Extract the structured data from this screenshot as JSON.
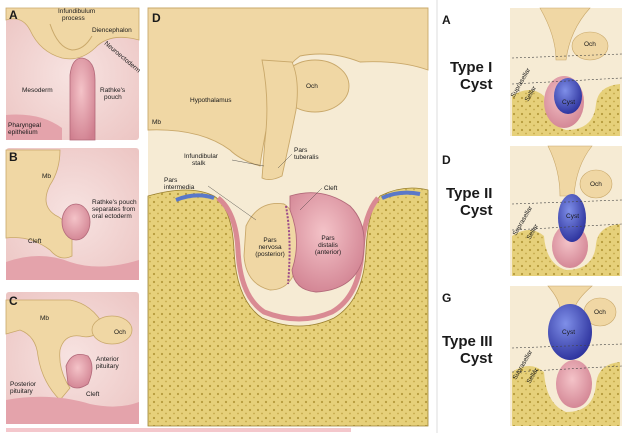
{
  "panels": {
    "a": {
      "letter": "A",
      "labels": {
        "infundibulum": "Infundibulum\nprocess",
        "diencephalon": "Diencephalon",
        "neuroectoderm": "Neuroectoderm",
        "mesoderm": "Mesoderm",
        "rathke": "Rathke's\npouch",
        "pharyngeal": "Pharyngeal\nepithelium"
      }
    },
    "b": {
      "letter": "B",
      "labels": {
        "mb": "Mb",
        "separates": "Rathke's pouch\nseparates from\noral ectoderm",
        "cleft": "Cleft"
      }
    },
    "c": {
      "letter": "C",
      "labels": {
        "mb": "Mb",
        "och": "Och",
        "anterior": "Anterior\npituitary",
        "posterior": "Posterior\npituitary",
        "cleft": "Cleft"
      }
    },
    "d": {
      "letter": "D",
      "labels": {
        "hypothalamus": "Hypothalamus",
        "och": "Och",
        "mb": "Mb",
        "pars_tuberalis": "Pars\ntuberalis",
        "infundibular_stalk": "Infundibular\nstalk",
        "pars_intermedia": "Pars\nintermedia",
        "cleft": "Cleft",
        "pars_nervosa": "Pars\nnervosa\n(posterior)",
        "pars_distalis": "Pars\ndistalis\n(anterior)"
      }
    },
    "right": [
      {
        "letter": "A",
        "cyst_type": "Type I\nCyst",
        "suprasellar": "Suprasellar",
        "sellar": "Sellar",
        "och": "Och",
        "cyst": "Cyst"
      },
      {
        "letter": "D",
        "cyst_type": "Type II\nCyst",
        "suprasellar": "Suprasellar",
        "sellar": "Sellar",
        "och": "Och",
        "cyst": "Cyst"
      },
      {
        "letter": "G",
        "cyst_type": "Type III\nCyst",
        "suprasellar": "Suprasellar",
        "sellar": "Sellar",
        "och": "Och",
        "cyst": "Cyst"
      }
    ]
  },
  "colors": {
    "brain": "#f0d7a4",
    "brain_outline": "#c9a86a",
    "gland": "#e7a9b3",
    "gland_dark": "#c97a8a",
    "bone": "#e6d07a",
    "bone_dot": "#b59a3c",
    "dura": "#d98a93",
    "blood": "#5a78c8",
    "cyst": "#3a47b5",
    "bg_panel": "#f3d6d4"
  }
}
